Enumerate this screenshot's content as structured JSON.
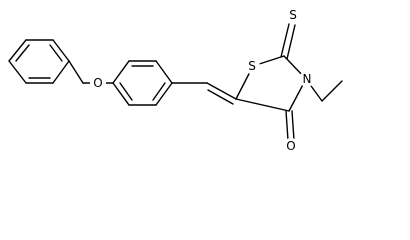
{
  "atoms": {
    "ring_sulfur": "S",
    "thione_sulfur": "S",
    "ring_nitrogen": "N",
    "carbonyl_oxygen": "O",
    "ether_oxygen": "O"
  }
}
